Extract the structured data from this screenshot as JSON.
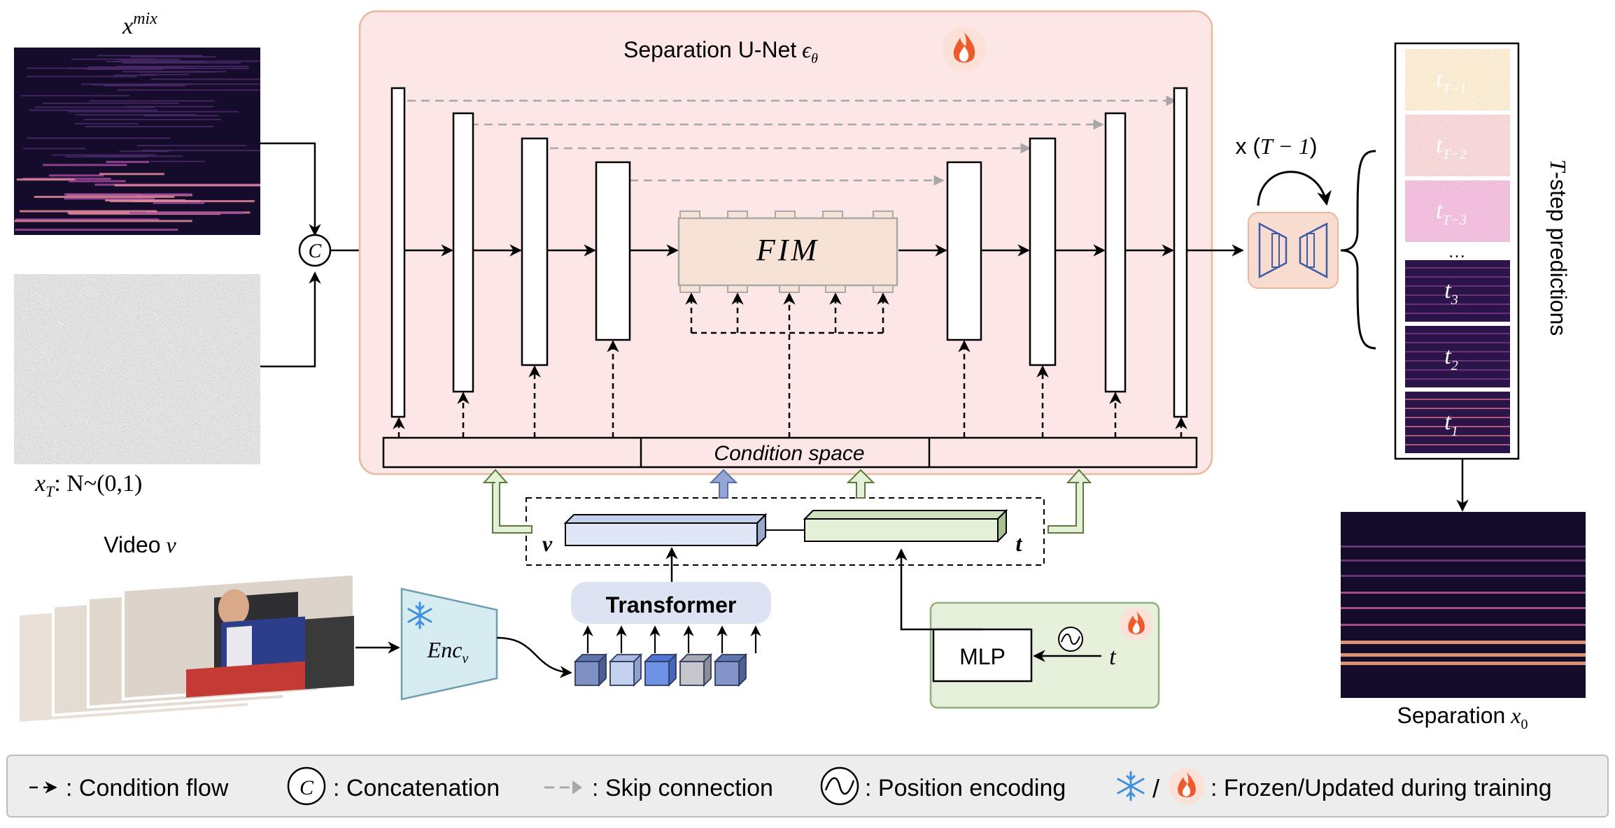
{
  "inputs": {
    "mix_label": "x^mix",
    "mix_base": "x",
    "mix_sup": "mix",
    "noise_label": "x_T: N~(0,1)",
    "noise_base": "x",
    "noise_sub": "T",
    "noise_dist": ": N~(0,1)",
    "concat_symbol": "C"
  },
  "unet": {
    "title": "Separation U-Net",
    "title_symbol": "ϵ",
    "title_symbol_sub": "θ",
    "fim_label": "FIM",
    "condition_space_label": "Condition space"
  },
  "conditioning": {
    "v_symbol": "v",
    "t_symbol": "t",
    "transformer_label": "Transformer",
    "encoder_label": "Enc",
    "encoder_sub": "v",
    "mlp_label": "MLP",
    "time_symbol": "t"
  },
  "video": {
    "label": "Video",
    "symbol": "v"
  },
  "sampling": {
    "repeat_prefix": "x (",
    "repeat_expr": "T − 1",
    "repeat_suffix": ")",
    "predictions_label": "T-step predictions",
    "predictions_italic": "T",
    "predictions_rest": "-step predictions",
    "steps": [
      {
        "base": "t",
        "sub": "T−1"
      },
      {
        "base": "t",
        "sub": "T−2"
      },
      {
        "base": "t",
        "sub": "T−3"
      },
      {
        "base": "…",
        "sub": ""
      },
      {
        "base": "t",
        "sub": "3"
      },
      {
        "base": "t",
        "sub": "2"
      },
      {
        "base": "t",
        "sub": "1"
      }
    ],
    "output_label": "Separation",
    "output_base": "x",
    "output_sub": "0"
  },
  "legend": {
    "condition_flow": ": Condition flow",
    "concatenation": ": Concatenation",
    "concat_symbol": "C",
    "skip_connection": ": Skip connection",
    "position_encoding": ": Position encoding",
    "frozen_updated": ": Frozen/Updated during training",
    "slash": "/"
  },
  "colors": {
    "unet_bg": "#fce6e6",
    "unet_border": "#e9b89c",
    "fim_fill": "#f6e3d6",
    "transformer_fill": "#dde3f3",
    "mlp_panel_fill": "#e6f0da",
    "mlp_panel_border": "#8fb07a",
    "encoder_fill": "#d7ecf1",
    "encoder_stroke": "#6d9fae",
    "v_bar_fill": "#dfe6f6",
    "t_bar_fill": "#e5f0d9",
    "legend_bg": "#ededed",
    "skip_gray": "#a8a8a8",
    "spectro_dark": "#140c2a",
    "spectro_band": "#9c3f86",
    "spectro_bright": "#f0a27a",
    "noise_fill": "#d6c6aa",
    "flame": "#ef5a2a",
    "snow": "#3d8fe0"
  }
}
